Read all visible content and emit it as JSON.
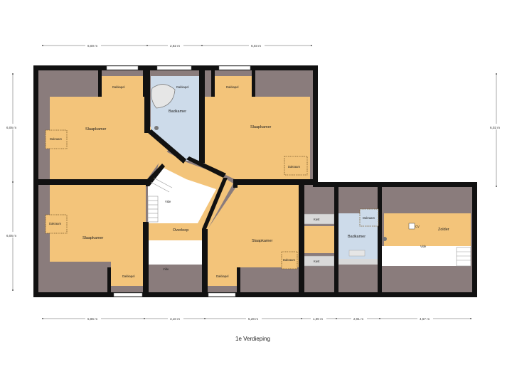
{
  "floor_title": "1e Verdieping",
  "rooms": {
    "slaapkamer_1": "Slaapkamer",
    "slaapkamer_2": "Slaapkamer",
    "slaapkamer_3": "Slaapkamer",
    "slaapkamer_4": "Slaapkamer",
    "badkamer_1": "Badkamer",
    "badkamer_2": "Badkamer",
    "overloop": "Overloop",
    "zolder": "Zolder",
    "vide_1": "Vide",
    "vide_2": "Vide",
    "vide_3": "Vide"
  },
  "fixtures": {
    "dakkapel_1": "Dakkapel",
    "dakkapel_2": "Dakkapel",
    "dakkapel_3": "Dakkapel",
    "dakkapel_4": "Dakkapel",
    "dakkapel_5": "Dakkapel",
    "dakraam_1": "Dakraam",
    "dakraam_2": "Dakraam",
    "dakraam_3": "Dakraam",
    "dakraam_4": "Dakraam",
    "dakraam_5": "Dakraam",
    "kast_1": "Kast",
    "kast_2": "Kast",
    "cv": "CV"
  },
  "dimensions": {
    "top": [
      "6,00 m",
      "2,82 m",
      "6,03 m"
    ],
    "bottom": [
      "5,86 m",
      "3,10 m",
      "5,28 m",
      "1,90 m",
      "2,91 m",
      "4,57 m"
    ],
    "left": [
      "6,06 m",
      "6,06 m"
    ],
    "right": "6,02 m"
  },
  "colors": {
    "wall": "#111111",
    "roof_slope": "#8a7c7c",
    "room": "#f3c47a",
    "bathroom": "#cddbea",
    "vide": "#ffffff",
    "cabinet": "#d9d9d9"
  }
}
